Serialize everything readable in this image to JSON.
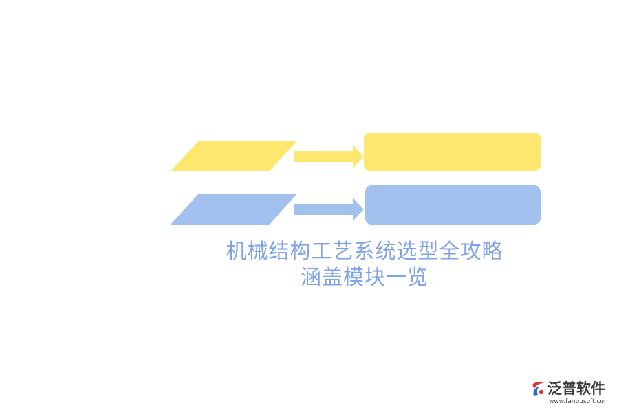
{
  "colors": {
    "yellow": "#fde76f",
    "blue": "#a3c1ef",
    "title_text": "#7fa3e6",
    "brand_text": "#3a3a3a",
    "brand_red": "#d9352a",
    "brand_blue": "#2f6cc4"
  },
  "diagram": {
    "rows": [
      {
        "color": "yellow",
        "shapes": [
          "parallelogram",
          "arrow-right",
          "rounded-box"
        ]
      },
      {
        "color": "blue",
        "shapes": [
          "parallelogram",
          "arrow-right",
          "rounded-box"
        ]
      }
    ]
  },
  "title": {
    "line1": "机械结构工艺系统选型全攻略",
    "line2": "涵盖模块一览"
  },
  "brand": {
    "icon": "fanpu-logo-icon",
    "name": "泛普软件",
    "url": "www.fanpusoft.com"
  }
}
